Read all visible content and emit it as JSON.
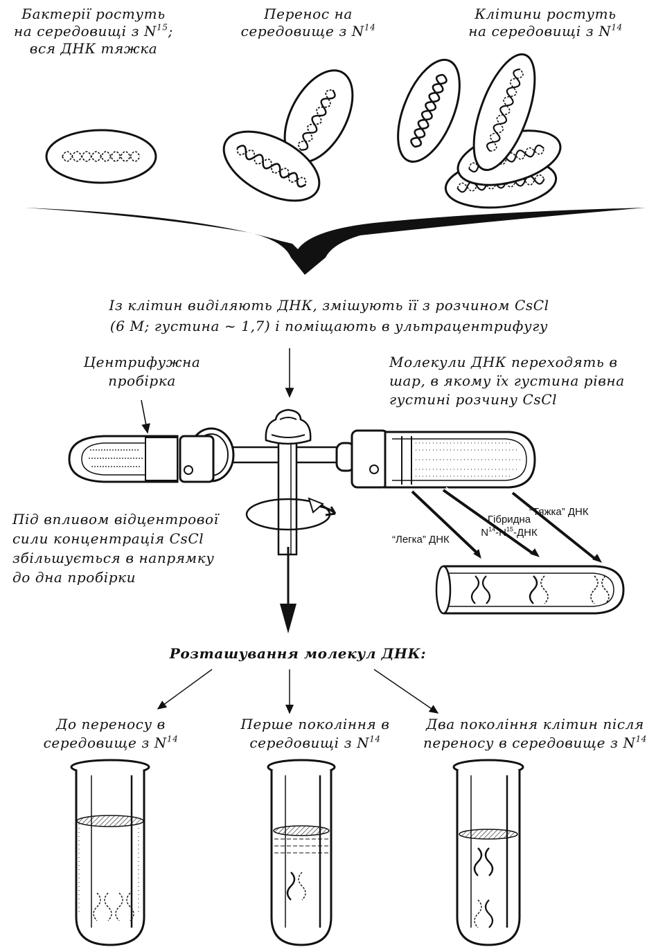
{
  "stage1": {
    "lines": [
      "Бактерії ростуть",
      "на середовищі з N",
      "вся ДНК тяжка"
    ],
    "sup": "15",
    "suffix": ";"
  },
  "stage2": {
    "lines": [
      "Перенос на",
      "середовище з N"
    ],
    "sup": "14"
  },
  "stage3": {
    "lines": [
      "Клітини ростуть",
      "на  середовищі з N"
    ],
    "sup": "14"
  },
  "process": {
    "lines": [
      "Із клітин виділяють ДНК, змішують її з розчином CsCl",
      "(6 M; густина ~ 1,7) і поміщають в ультрацентрифугу"
    ]
  },
  "tube_label": {
    "lines": [
      "Центрифужна",
      "пробірка"
    ]
  },
  "molecules_label": {
    "lines": [
      "Молекули ДНК переходять в",
      "шар, в якому їх густина рівна",
      "густині розчину CsCl"
    ]
  },
  "force_label": {
    "lines": [
      "Під впливом відцентрової",
      "сили концентрація CsCl",
      "збільшується в напрямку",
      "до дна пробірки"
    ]
  },
  "bands": {
    "heavy": "“Тяжка” ДНК",
    "hybrid_line1": "Гібридна",
    "hybrid_n14": "N",
    "hybrid_sup14": "14",
    "hybrid_mid": "-N",
    "hybrid_sup15": "15",
    "hybrid_end": "-ДНК",
    "light": "“Легка” ДНК"
  },
  "location_title": "Розташування молекул ДНК:",
  "result1": {
    "lines": [
      "До переносу в",
      "середовище з N"
    ],
    "sup": "14"
  },
  "result2": {
    "lines": [
      "Перше покоління в",
      "середовищі з N"
    ],
    "sup": "14"
  },
  "result3": {
    "lines": [
      "Два покоління клітин після",
      "переносу в середовище з N"
    ],
    "sup": "14"
  }
}
